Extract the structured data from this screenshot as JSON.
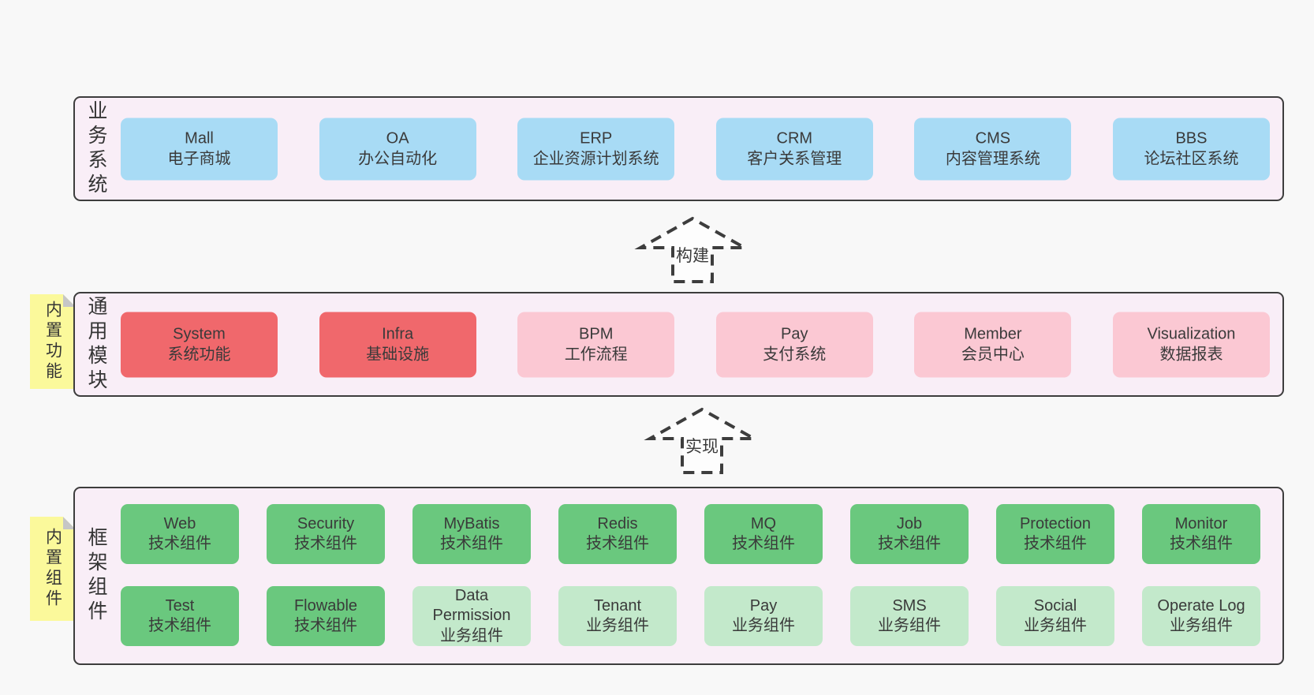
{
  "colors": {
    "page_bg": "#f8f8f8",
    "band_bg": "#f9eef7",
    "band_border": "#3d3d3d",
    "blue": "#a8dbf5",
    "red": "#f0686c",
    "pink": "#fbc8d3",
    "green": "#6ac87e",
    "light_green": "#c3e9cb",
    "yellow": "#fbf99b",
    "fold_gray": "#c6c6c6",
    "text": "#3a3a3a",
    "arrow": "#3d3d3d"
  },
  "bands": [
    {
      "label": "业务系统",
      "boxes": [
        {
          "title": "Mall",
          "subtitle": "电子商城",
          "color": "blue"
        },
        {
          "title": "OA",
          "subtitle": "办公自动化",
          "color": "blue"
        },
        {
          "title": "ERP",
          "subtitle": "企业资源计划系统",
          "color": "blue"
        },
        {
          "title": "CRM",
          "subtitle": "客户关系管理",
          "color": "blue"
        },
        {
          "title": "CMS",
          "subtitle": "内容管理系统",
          "color": "blue"
        },
        {
          "title": "BBS",
          "subtitle": "论坛社区系统",
          "color": "blue"
        }
      ]
    },
    {
      "label": "通用模块",
      "sticky": "内置功能",
      "boxes": [
        {
          "title": "System",
          "subtitle": "系统功能",
          "color": "red"
        },
        {
          "title": "Infra",
          "subtitle": "基础设施",
          "color": "red"
        },
        {
          "title": "BPM",
          "subtitle": "工作流程",
          "color": "pink"
        },
        {
          "title": "Pay",
          "subtitle": "支付系统",
          "color": "pink"
        },
        {
          "title": "Member",
          "subtitle": "会员中心",
          "color": "pink"
        },
        {
          "title": "Visualization",
          "subtitle": "数据报表",
          "color": "pink"
        }
      ]
    },
    {
      "label": "框架组件",
      "sticky": "内置组件",
      "rows": [
        [
          {
            "title": "Web",
            "subtitle": "技术组件",
            "color": "green"
          },
          {
            "title": "Security",
            "subtitle": "技术组件",
            "color": "green"
          },
          {
            "title": "MyBatis",
            "subtitle": "技术组件",
            "color": "green"
          },
          {
            "title": "Redis",
            "subtitle": "技术组件",
            "color": "green"
          },
          {
            "title": "MQ",
            "subtitle": "技术组件",
            "color": "green"
          },
          {
            "title": "Job",
            "subtitle": "技术组件",
            "color": "green"
          },
          {
            "title": "Protection",
            "subtitle": "技术组件",
            "color": "green"
          },
          {
            "title": "Monitor",
            "subtitle": "技术组件",
            "color": "green"
          }
        ],
        [
          {
            "title": "Test",
            "subtitle": "技术组件",
            "color": "green"
          },
          {
            "title": "Flowable",
            "subtitle": "技术组件",
            "color": "green"
          },
          {
            "title": "Data Permission",
            "subtitle": "业务组件",
            "color": "light_green"
          },
          {
            "title": "Tenant",
            "subtitle": "业务组件",
            "color": "light_green"
          },
          {
            "title": "Pay",
            "subtitle": "业务组件",
            "color": "light_green"
          },
          {
            "title": "SMS",
            "subtitle": "业务组件",
            "color": "light_green"
          },
          {
            "title": "Social",
            "subtitle": "业务组件",
            "color": "light_green"
          },
          {
            "title": "Operate Log",
            "subtitle": "业务组件",
            "color": "light_green"
          }
        ]
      ]
    }
  ],
  "arrows": [
    {
      "label": "构建"
    },
    {
      "label": "实现"
    }
  ]
}
